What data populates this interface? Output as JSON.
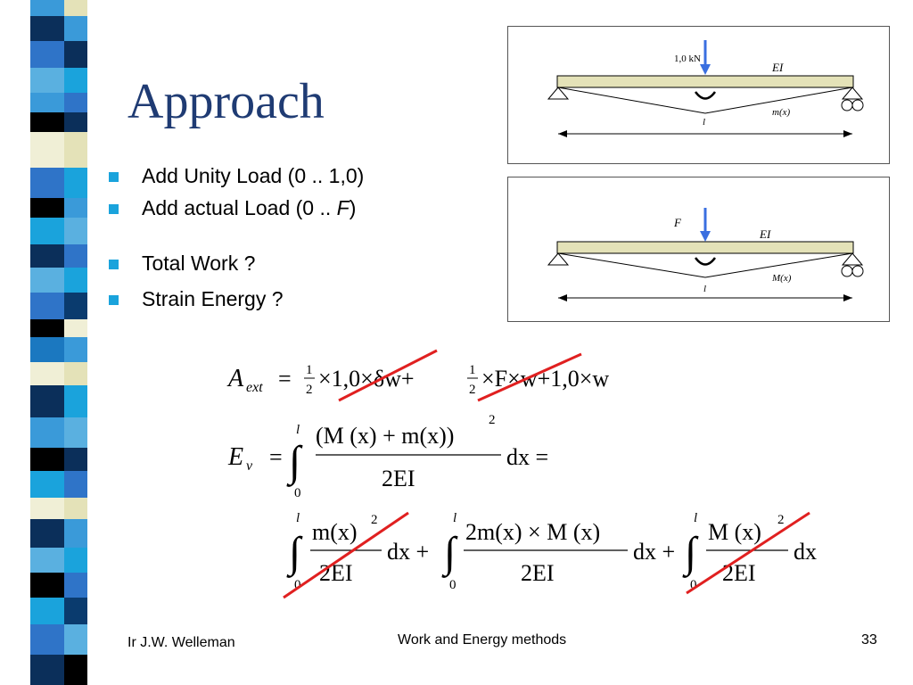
{
  "slide": {
    "title": "Approach",
    "bullets": [
      {
        "text": "Add Unity Load (0 .. 1,0)"
      },
      {
        "text_pre": "Add actual Load (0 .. ",
        "text_var": "F",
        "text_post": ")"
      },
      {
        "text": "Total Work ?"
      },
      {
        "text": "Strain Energy ?"
      }
    ]
  },
  "diagrams": {
    "unity": {
      "load_label": "1,0 kN",
      "stiffness_label": "EI",
      "moment_label": "m(x)",
      "length_label": "l"
    },
    "actual": {
      "load_label": "F",
      "stiffness_label": "EI",
      "moment_label": "M(x)",
      "length_label": "l"
    }
  },
  "equations": {
    "aext": {
      "lhs": "A",
      "lhs_sub": "ext",
      "eq": "=",
      "half_num": "1",
      "half_den": "2",
      "t1": "×1,0×δw+",
      "t2": "×F×w+1,0×w"
    },
    "ev": {
      "lhs": "E",
      "lhs_sub": "v",
      "eq": "=",
      "upper": "l",
      "lower": "0",
      "numerator": "(M (x) + m(x))",
      "power": "2",
      "denominator": "2EI",
      "dx": "dx =",
      "integral": "∫"
    },
    "split": {
      "upper": "l",
      "lower": "0",
      "n1": "m(x)",
      "p1": "2",
      "d1": "2EI",
      "dx1": "dx +",
      "n2": "2m(x) × M (x)",
      "d2": "2EI",
      "dx2": "dx +",
      "n3": "M (x)",
      "p3": "2",
      "d3": "2EI",
      "dx3": "dx",
      "integral": "∫"
    }
  },
  "footer": {
    "author": "Ir J.W. Welleman",
    "course": "Work and Energy methods",
    "page": "33"
  },
  "colors": {
    "title": "#1f3b73",
    "bullet": "#1aa3dc",
    "beam": "#e4e2b8",
    "arrow": "#3a6fe0",
    "strike": "#e02020"
  }
}
